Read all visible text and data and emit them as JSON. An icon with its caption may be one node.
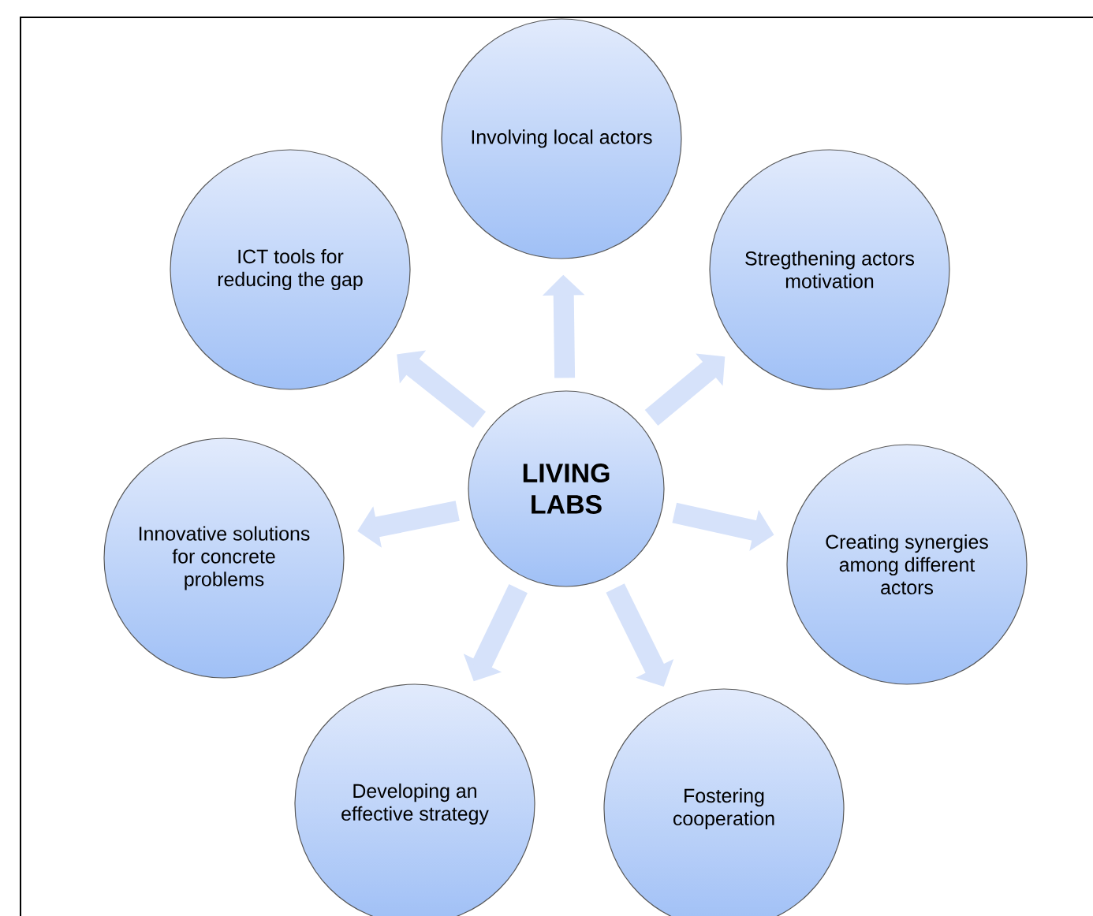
{
  "diagram": {
    "nodes": [
      {
        "text": [
          "Involving local actors"
        ]
      },
      {
        "text": [
          "ICT tools for reducing the gap"
        ]
      },
      {
        "text": [
          "Stregthening actors motivation"
        ]
      },
      {
        "text": [
          "LIVING LABS"
        ]
      },
      {
        "text": [
          "Innovative solutions for concrete problems"
        ]
      },
      {
        "text": [
          "Creating synergies among different actors"
        ]
      },
      {
        "text": [
          "Developing an effective strategy"
        ]
      },
      {
        "text": [
          "Fostering cooperation"
        ]
      }
    ],
    "edges": [
      {
        "from": 3,
        "to": 0,
        "arrow": "to"
      },
      {
        "from": 3,
        "to": 1,
        "arrow": "to"
      },
      {
        "from": 3,
        "to": 2,
        "arrow": "to"
      },
      {
        "from": 3,
        "to": 4,
        "arrow": "to"
      },
      {
        "from": 3,
        "to": 5,
        "arrow": "to"
      },
      {
        "from": 3,
        "to": 6,
        "arrow": "to"
      },
      {
        "from": 3,
        "to": 7,
        "arrow": "to"
      }
    ]
  }
}
